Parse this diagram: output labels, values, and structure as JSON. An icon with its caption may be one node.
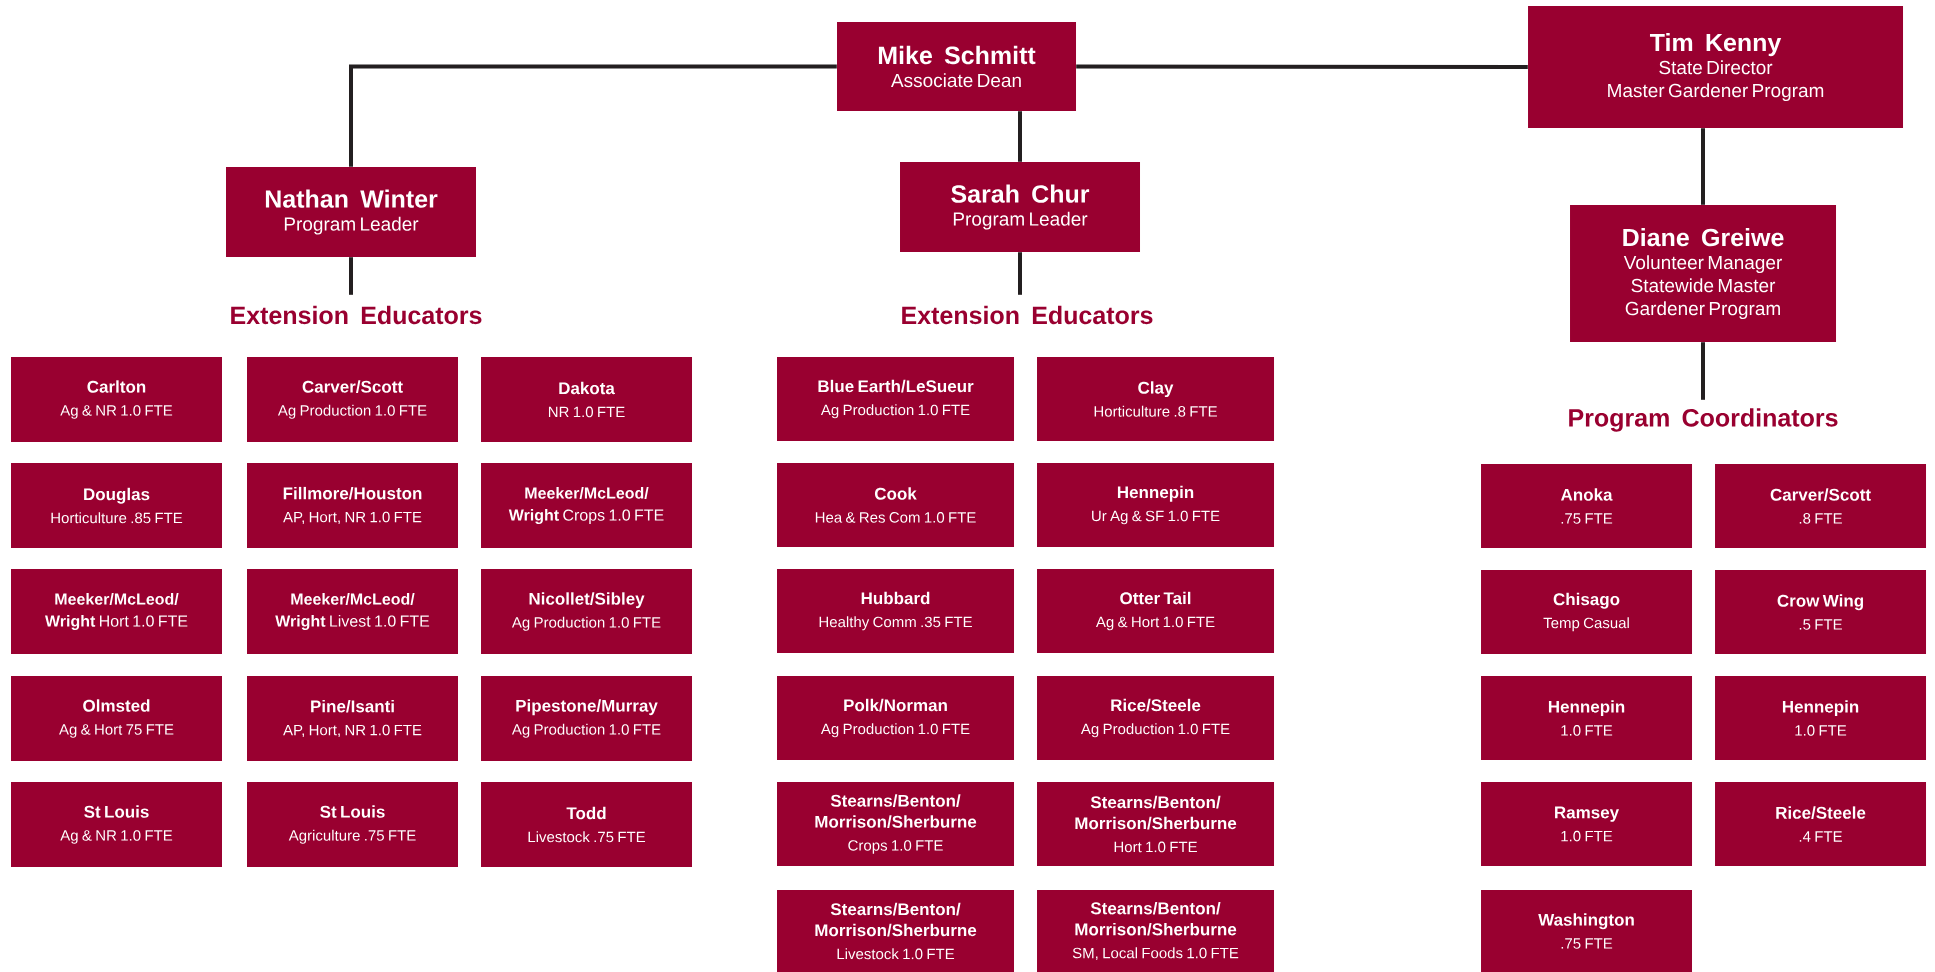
{
  "diagram": {
    "nodes": [
      {
        "text": [
          "Mike Schmitt",
          "Associate Dean"
        ]
      },
      {
        "text": [
          "Nathan Winter",
          "Program Leader"
        ]
      },
      {
        "text": [
          "Sarah Chur",
          "Program Leader"
        ]
      },
      {
        "text": [
          "Tim Kenny",
          "State Director",
          "Master Gardener Program"
        ]
      },
      {
        "text": [
          "Diane Greiwe",
          "Volunteer Manager Statewide Master Gardener Program"
        ]
      },
      {
        "text": [
          "Extension Educators"
        ]
      },
      {
        "text": [
          "Extension Educators"
        ]
      },
      {
        "text": [
          "Program Coordinators"
        ]
      },
      {
        "text": [
          "Carlton",
          "Ag & NR 1.0 FTE"
        ]
      },
      {
        "text": [
          "Carver/Scott",
          "Ag Production 1.0 FTE"
        ]
      },
      {
        "text": [
          "Dakota",
          "NR 1.0 FTE"
        ]
      },
      {
        "text": [
          "Douglas",
          "Horticulture .85 FTE"
        ]
      },
      {
        "text": [
          "Fillmore/Houston",
          "AP, Hort, NR 1.0 FTE"
        ]
      },
      {
        "text": [
          "**Meeker/McLeod/ Wright** Crops 1.0 FTE"
        ]
      },
      {
        "text": [
          "**Meeker/McLeod/ Wright** Hort 1.0 FTE"
        ]
      },
      {
        "text": [
          "**Meeker/McLeod/ Wright** Livest 1.0 FTE"
        ]
      },
      {
        "text": [
          "Nicollet/Sibley",
          "Ag Production 1.0 FTE"
        ]
      },
      {
        "text": [
          "Olmsted",
          "Ag & Hort 75 FTE"
        ]
      },
      {
        "text": [
          "Pine/Isanti",
          "AP, Hort, NR 1.0 FTE"
        ]
      },
      {
        "text": [
          "Pipestone/Murray",
          "Ag Production 1.0 FTE"
        ]
      },
      {
        "text": [
          "St Louis",
          "Ag & NR 1.0 FTE"
        ]
      },
      {
        "text": [
          "St Louis",
          "Agriculture .75 FTE"
        ]
      },
      {
        "text": [
          "Todd",
          "Livestock .75 FTE"
        ]
      },
      {
        "text": [
          "Blue Earth/LeSueur",
          "Ag Production 1.0 FTE"
        ]
      },
      {
        "text": [
          "Clay",
          "Horticulture .8 FTE"
        ]
      },
      {
        "text": [
          "Cook",
          "Hea & Res Com 1.0 FTE"
        ]
      },
      {
        "text": [
          "Hennepin",
          "Ur Ag & SF 1.0 FTE"
        ]
      },
      {
        "text": [
          "Hubbard",
          "Healthy Comm .35 FTE"
        ]
      },
      {
        "text": [
          "Otter Tail",
          "Ag & Hort 1.0 FTE"
        ]
      },
      {
        "text": [
          "Polk/Norman",
          "Ag Production 1.0 FTE"
        ]
      },
      {
        "text": [
          "Rice/Steele",
          "Ag Production 1.0 FTE"
        ]
      },
      {
        "text": [
          "Stearns/Benton/ Morrison/Sherburne",
          "Crops 1.0 FTE"
        ]
      },
      {
        "text": [
          "Stearns/Benton/ Morrison/Sherburne",
          "Hort 1.0 FTE"
        ]
      },
      {
        "text": [
          "Stearns/Benton/ Morrison/Sherburne",
          "Livestock 1.0 FTE"
        ]
      },
      {
        "text": [
          "Stearns/Benton/ Morrison/Sherburne",
          "SM, Local Foods 1.0 FTE"
        ]
      },
      {
        "text": [
          "Anoka",
          ".75 FTE"
        ]
      },
      {
        "text": [
          "Carver/Scott",
          ".8 FTE"
        ]
      },
      {
        "text": [
          "Chisago",
          "Temp Casual"
        ]
      },
      {
        "text": [
          "Crow Wing",
          ".5 FTE"
        ]
      },
      {
        "text": [
          "Hennepin",
          "1.0 FTE"
        ]
      },
      {
        "text": [
          "Hennepin",
          "1.0 FTE"
        ]
      },
      {
        "text": [
          "Ramsey",
          "1.0 FTE"
        ]
      },
      {
        "text": [
          "Rice/Steele",
          ".4 FTE"
        ]
      },
      {
        "text": [
          "Washington",
          ".75 FTE"
        ]
      }
    ],
    "edges": [
      {
        "from": 0,
        "to": 1,
        "arrow": "none"
      },
      {
        "from": 0,
        "to": 2,
        "arrow": "none"
      },
      {
        "from": 0,
        "to": 3,
        "arrow": "none"
      },
      {
        "from": 1,
        "to": 5,
        "arrow": "none"
      },
      {
        "from": 2,
        "to": 6,
        "arrow": "none"
      },
      {
        "from": 3,
        "to": 4,
        "arrow": "none"
      },
      {
        "from": 4,
        "to": 7,
        "arrow": "none"
      }
    ]
  }
}
